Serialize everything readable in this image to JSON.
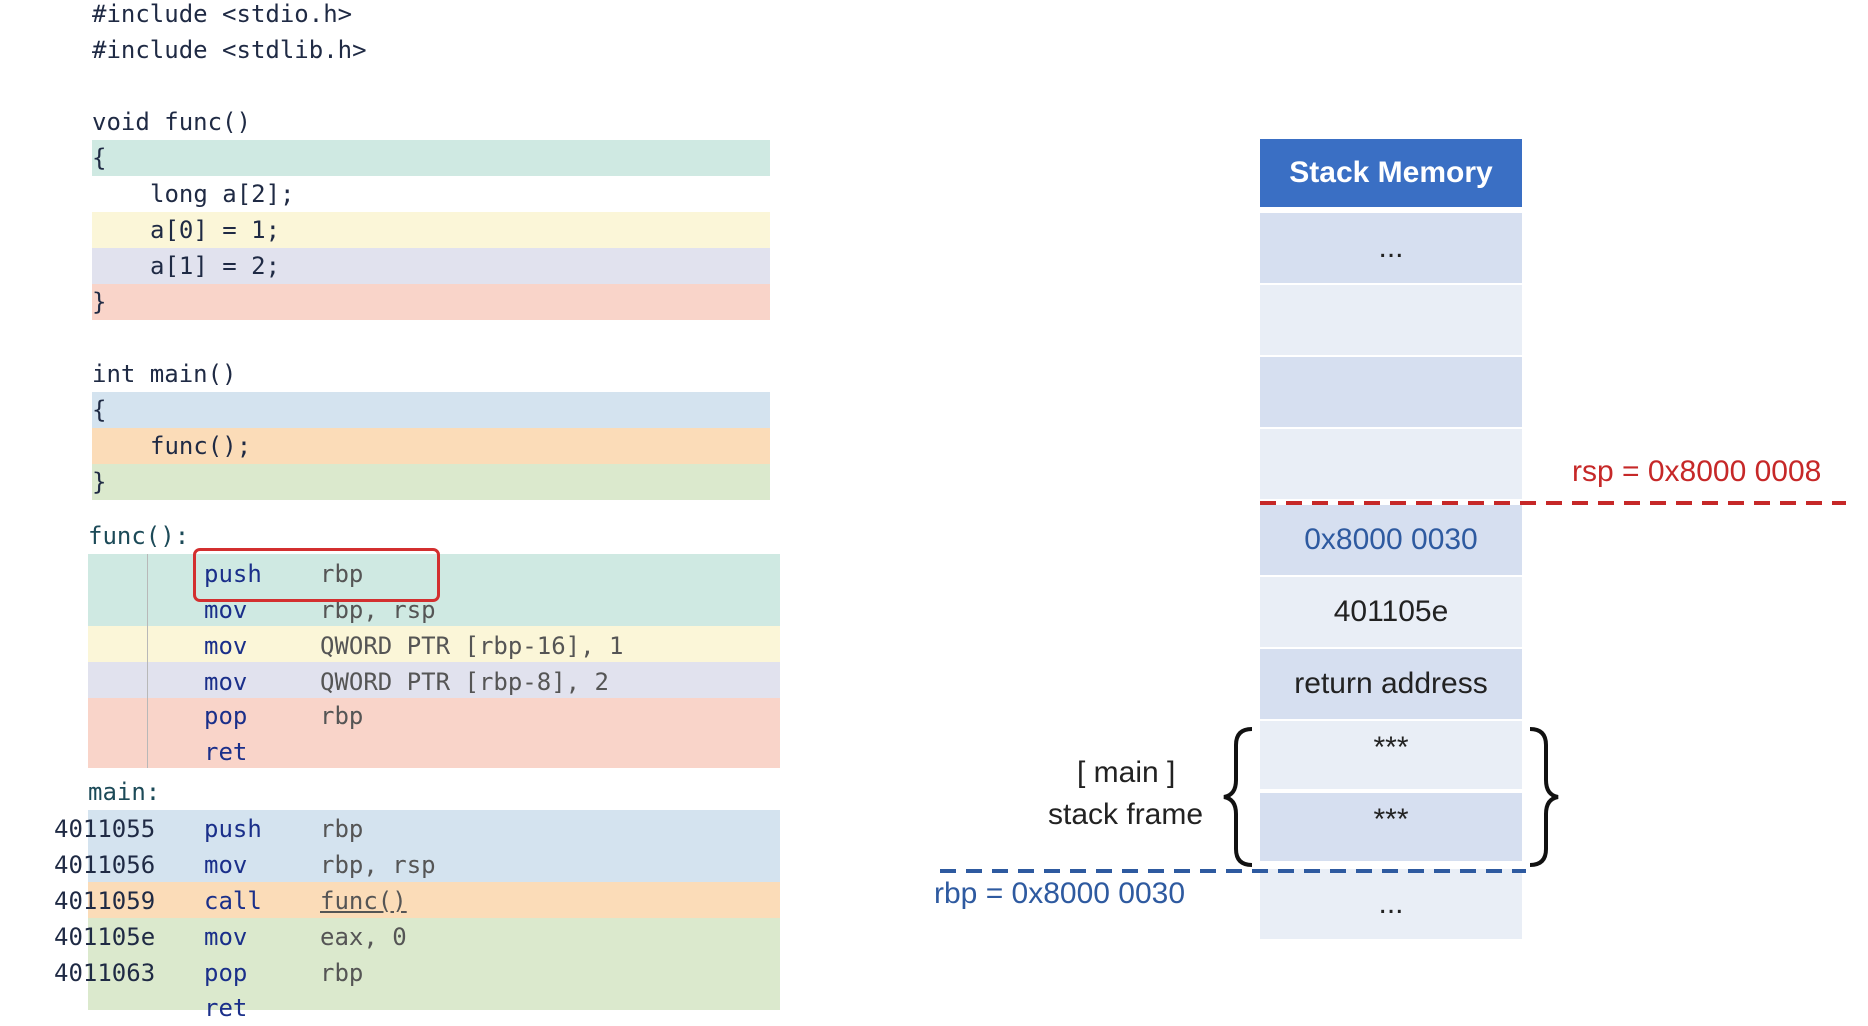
{
  "includes": [
    "#include <stdio.h>",
    "#include <stdlib.h>"
  ],
  "func_source": {
    "signature": "void func()",
    "open": "{",
    "lines": [
      "long a[2];",
      "a[0] = 1;",
      "a[1] = 2;"
    ],
    "close": "}"
  },
  "main_source": {
    "signature": "int main()",
    "open": "{",
    "lines": [
      "func();"
    ],
    "close": "}"
  },
  "func_asm": {
    "label": "func():",
    "rows": [
      {
        "op": "push",
        "args": "rbp"
      },
      {
        "op": "mov",
        "args": "rbp, rsp"
      },
      {
        "op": "mov",
        "args": "QWORD PTR [rbp-16], 1"
      },
      {
        "op": "mov",
        "args": "QWORD PTR [rbp-8], 2"
      },
      {
        "op": "pop",
        "args": "rbp"
      },
      {
        "op": "ret",
        "args": ""
      }
    ]
  },
  "main_asm": {
    "label": "main:",
    "rows": [
      {
        "addr": "4011055",
        "op": "push",
        "args": "rbp"
      },
      {
        "addr": "4011056",
        "op": "mov",
        "args": "rbp, rsp"
      },
      {
        "addr": "4011059",
        "op": "call",
        "args": "func()"
      },
      {
        "addr": "401105e",
        "op": "mov",
        "args": "eax, 0"
      },
      {
        "addr": "4011063",
        "op": "pop",
        "args": "rbp"
      },
      {
        "addr": "",
        "op": "ret",
        "args": ""
      }
    ]
  },
  "stack": {
    "header": "Stack Memory",
    "cells": [
      "...",
      "",
      "",
      "",
      "0x8000 0030",
      "401105e",
      "return address",
      "***",
      "***",
      "..."
    ]
  },
  "annotations": {
    "rsp": "rsp = 0x8000 0008",
    "rbp": "rbp = 0x8000 0030",
    "frame_line1": "[ main ]",
    "frame_line2": "stack frame"
  },
  "colors": {
    "stack_header": "#3a6fc4",
    "stack_cell_a": "#d6dff0",
    "stack_cell_b": "#e9eef6",
    "rsp_line": "#c62828",
    "rbp_line": "#2e5aa0",
    "highlight_box": "#d32f2f"
  }
}
